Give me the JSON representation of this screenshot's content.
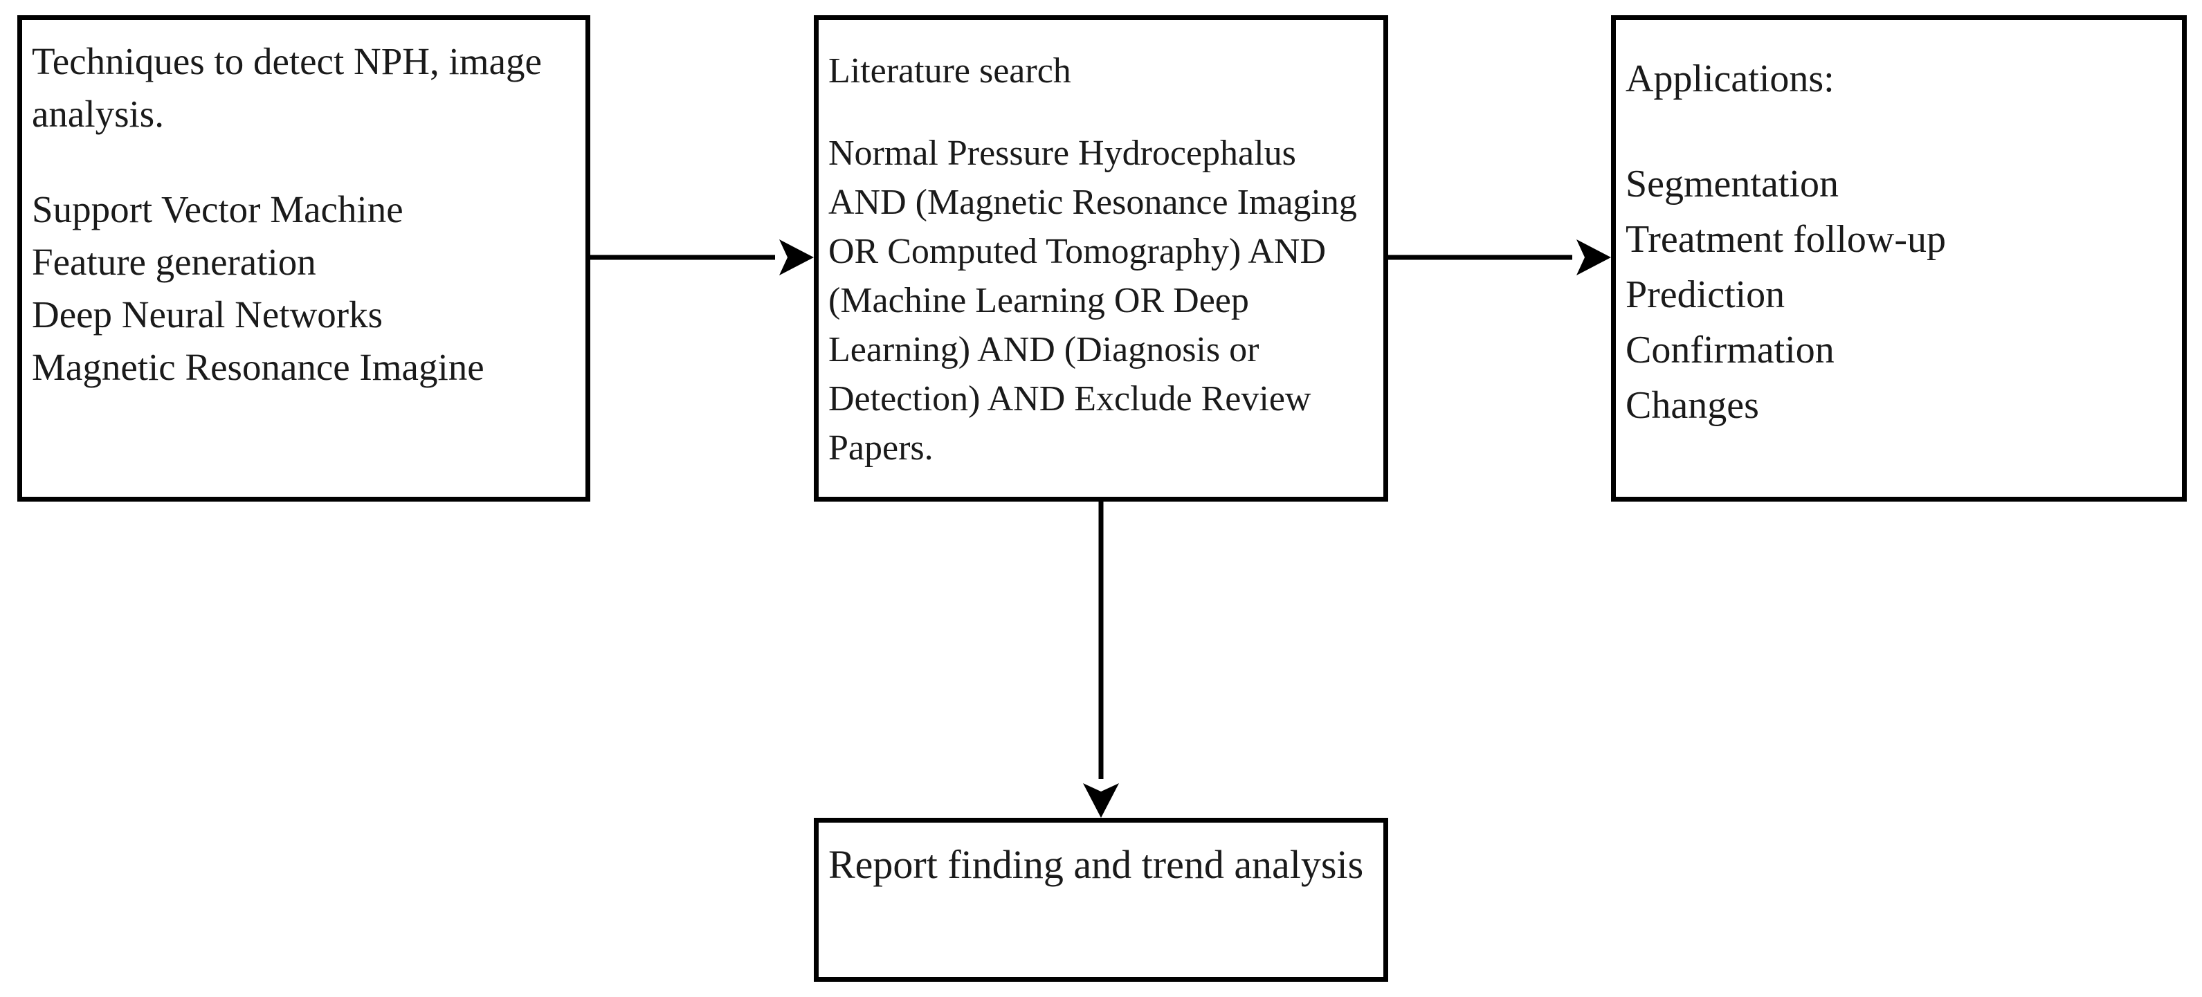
{
  "nodes": {
    "techniques": {
      "heading": "Techniques to detect NPH, image analysis.",
      "items": [
        "Support Vector Machine",
        "Feature generation",
        "Deep Neural Networks",
        "Magnetic Resonance Imagine"
      ]
    },
    "literature": {
      "heading": "Literature search",
      "query": "Normal Pressure Hydrocephalus AND (Magnetic Resonance Imaging OR Computed Tomography) AND (Machine Learning OR Deep Learning) AND (Diagnosis or Detection) AND Exclude Review Papers."
    },
    "applications": {
      "heading": "Applications:",
      "items": [
        "Segmentation",
        "Treatment follow-up",
        "Prediction",
        "Confirmation",
        "Changes"
      ]
    },
    "report": {
      "text": "Report finding and trend analysis"
    }
  },
  "edges": [
    {
      "from": "techniques",
      "to": "literature"
    },
    {
      "from": "literature",
      "to": "applications"
    },
    {
      "from": "literature",
      "to": "report"
    }
  ],
  "colors": {
    "border": "#000000",
    "text": "#1a1a1a",
    "background": "#ffffff"
  }
}
